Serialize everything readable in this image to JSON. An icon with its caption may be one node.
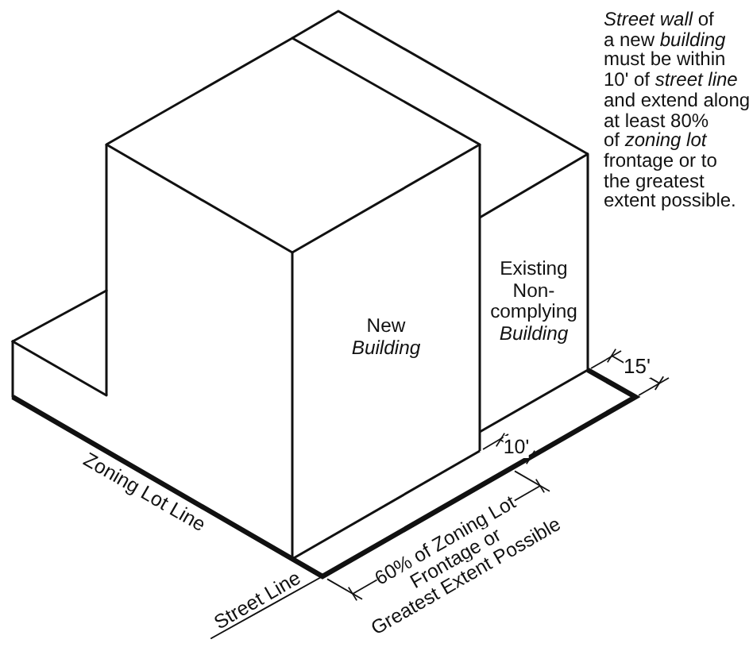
{
  "diagram": {
    "nodes": [
      {
        "text": [
          "New *Building*"
        ]
      },
      {
        "text": [
          "Existing Non-complying *Building*"
        ]
      }
    ],
    "labels": [
      "*Street wall* of a new *building* must be within 10' of *street line* and extend along at least 80% of *zoning lot* frontage or to the greatest extent possible.",
      "15'",
      "10'",
      "Zoning Lot Line",
      "60% of Zoning Lot Frontage or Greatest Extent Possible",
      "Street Line"
    ]
  }
}
